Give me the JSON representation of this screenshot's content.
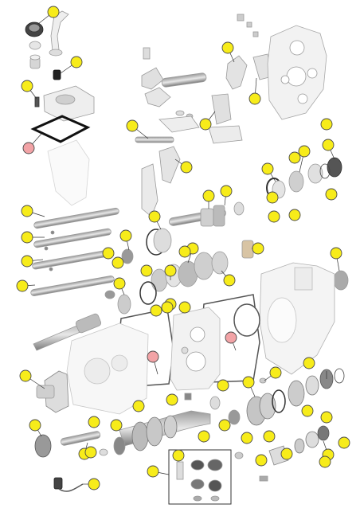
{
  "diagram": {
    "colors": {
      "callout_standard": "#f7ec1a",
      "callout_special": "#f2a3a6",
      "callout_stroke": "#4a4a4a",
      "leader_line": "#333333",
      "part_stroke": "#9a9a9a",
      "part_fill": "#f4f4f4",
      "part_dark": "#555555",
      "part_mid": "#b9b9b9",
      "gear_fill": "#d9d9d9",
      "kit_box": "#333333"
    },
    "callouts": [
      {
        "id": "c01",
        "kind": "standard",
        "part": "seal-bearing-set"
      },
      {
        "id": "c02",
        "kind": "standard",
        "part": "shift-bushing"
      },
      {
        "id": "c03",
        "kind": "standard",
        "part": "shift-tower-bolt"
      },
      {
        "id": "c04",
        "kind": "special",
        "part": "shift-tower-gasket"
      },
      {
        "id": "c05",
        "kind": "standard",
        "part": "shift-fork-upper"
      },
      {
        "id": "c06",
        "kind": "standard",
        "part": "shift-fork-right"
      },
      {
        "id": "c07",
        "kind": "standard",
        "part": "shift-lever"
      },
      {
        "id": "c08",
        "kind": "standard",
        "part": "shift-pin"
      },
      {
        "id": "c09",
        "kind": "standard",
        "part": "interlock-fork"
      },
      {
        "id": "c10",
        "kind": "standard",
        "part": "shift-rail-1"
      },
      {
        "id": "c11",
        "kind": "standard",
        "part": "shift-rail-2"
      },
      {
        "id": "c12",
        "kind": "standard",
        "part": "shift-rail-3"
      },
      {
        "id": "c13",
        "kind": "standard",
        "part": "shift-rail-4"
      },
      {
        "id": "c14",
        "kind": "standard",
        "part": "mainshaft-bearing"
      },
      {
        "id": "c15",
        "kind": "standard",
        "part": "mainshaft-ring"
      },
      {
        "id": "c16",
        "kind": "standard",
        "part": "mainshaft-gear"
      },
      {
        "id": "c17",
        "kind": "standard",
        "part": "mainshaft-snapring"
      },
      {
        "id": "c18",
        "kind": "standard",
        "part": "snapring-set-a"
      },
      {
        "id": "c19",
        "kind": "standard",
        "part": "gear-set-a"
      },
      {
        "id": "c20",
        "kind": "standard",
        "part": "gear-set-b"
      },
      {
        "id": "c21",
        "kind": "standard",
        "part": "gear-set-c"
      },
      {
        "id": "c22",
        "kind": "standard",
        "part": "gear-set-d"
      },
      {
        "id": "c23",
        "kind": "standard",
        "part": "bearing-cup"
      },
      {
        "id": "c24",
        "kind": "standard",
        "part": "needle-roller"
      },
      {
        "id": "c25",
        "kind": "standard",
        "part": "synchro-ring"
      },
      {
        "id": "c26",
        "kind": "standard",
        "part": "synchro-hub"
      },
      {
        "id": "c27",
        "kind": "standard",
        "part": "washer"
      },
      {
        "id": "c28",
        "kind": "special",
        "part": "case-gasket"
      },
      {
        "id": "c29",
        "kind": "special",
        "part": "adapter-gasket"
      },
      {
        "id": "c30",
        "kind": "standard",
        "part": "input-bearing"
      },
      {
        "id": "c31",
        "kind": "standard",
        "part": "input-retainer"
      },
      {
        "id": "c32",
        "kind": "standard",
        "part": "countershaft"
      },
      {
        "id": "c33",
        "kind": "standard",
        "part": "reverse-idler"
      },
      {
        "id": "c34",
        "kind": "standard",
        "part": "speed-sensor"
      },
      {
        "id": "c35",
        "kind": "standard",
        "part": "rebuild-kit"
      },
      {
        "id": "c36",
        "kind": "standard",
        "part": "output-gear"
      },
      {
        "id": "c37",
        "kind": "standard",
        "part": "output-seal"
      }
    ]
  }
}
